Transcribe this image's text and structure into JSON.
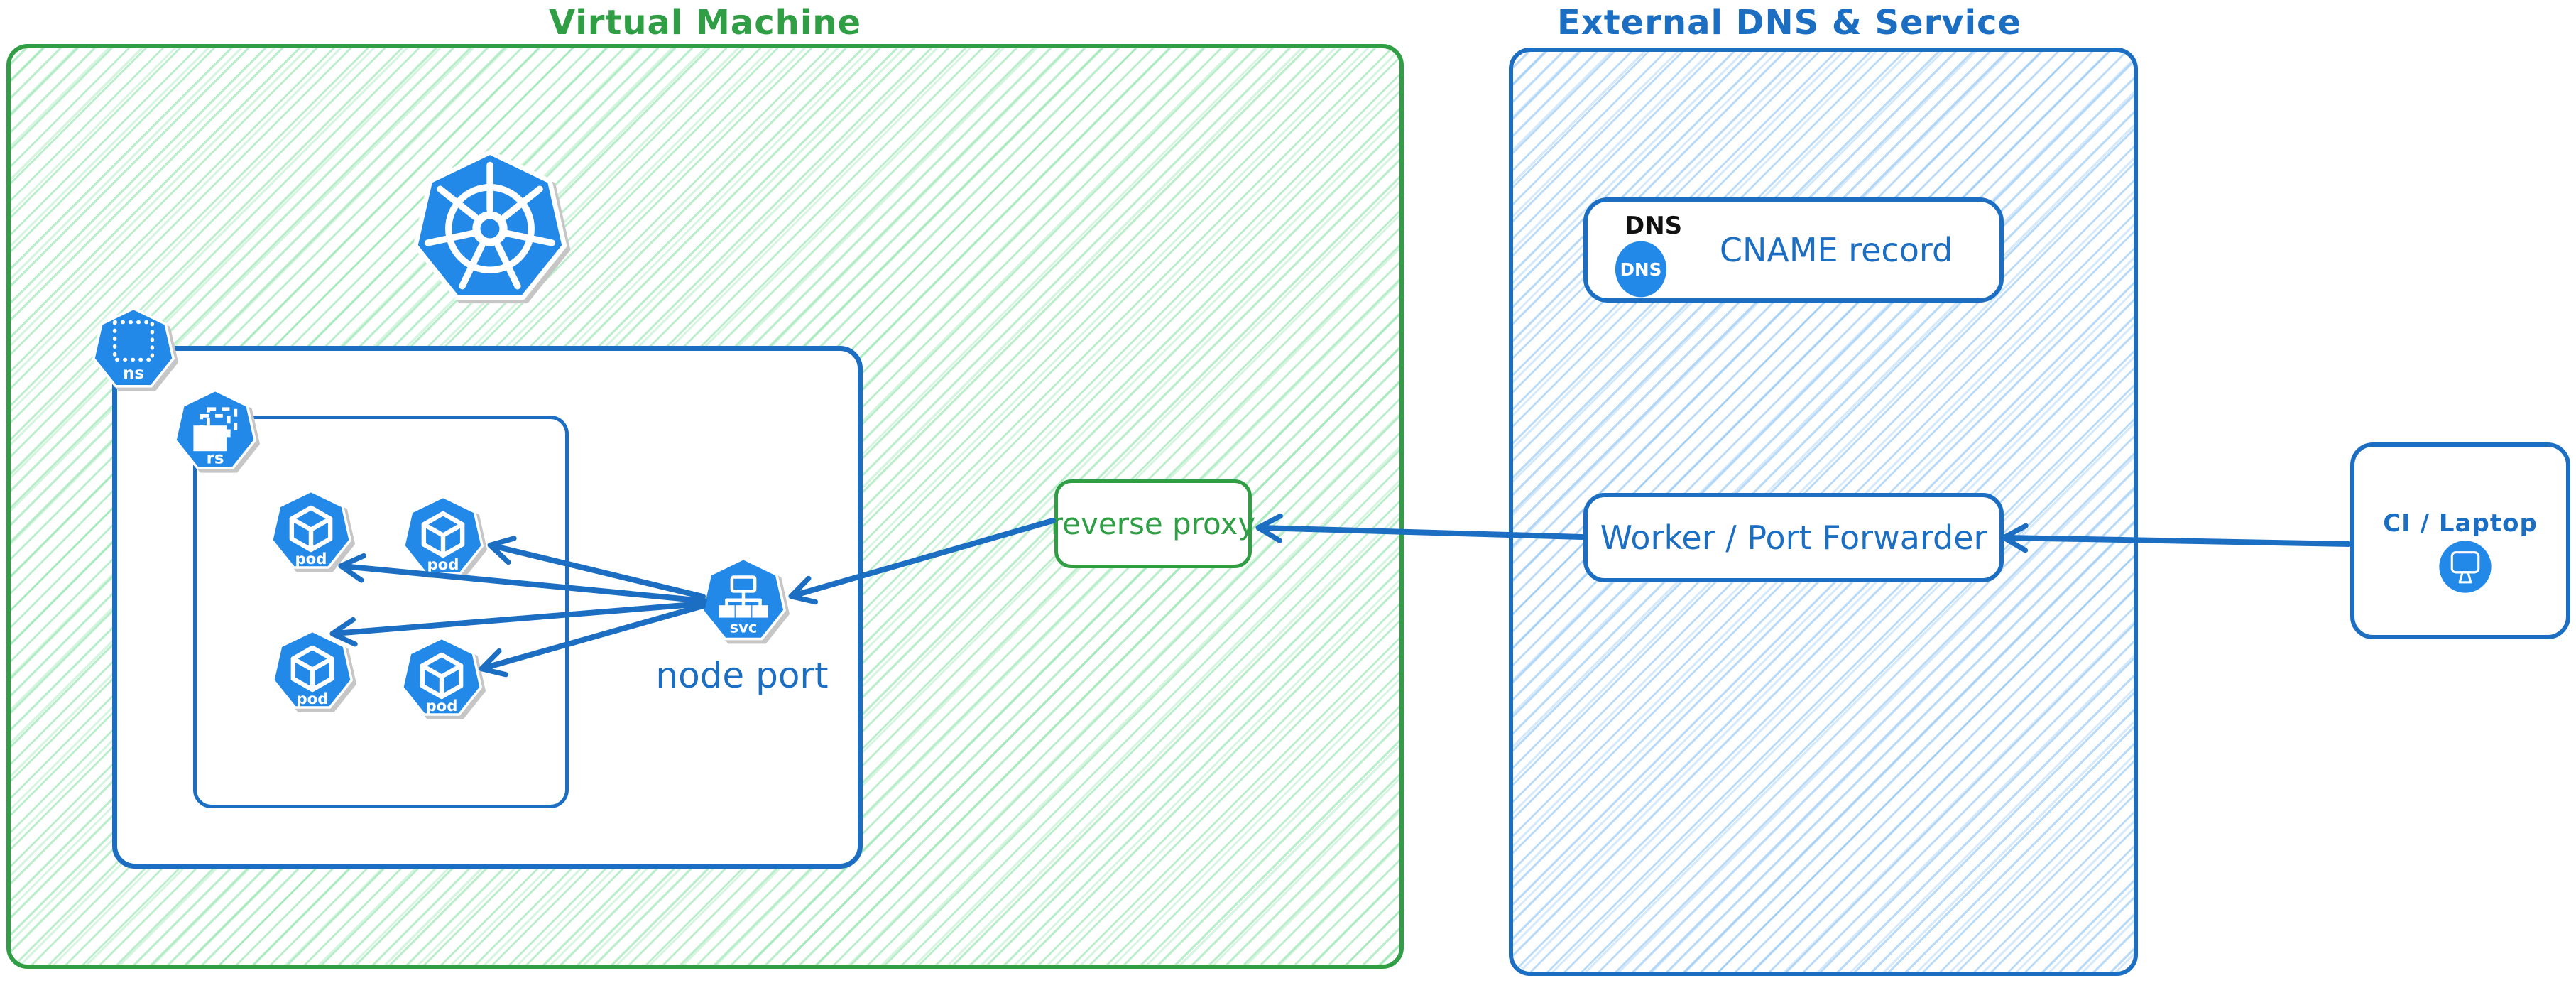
{
  "groups": {
    "virtual_machine": {
      "title": "Virtual Machine"
    },
    "external_dns": {
      "title": "External DNS & Service"
    }
  },
  "nodes": {
    "reverse_proxy": {
      "label": "reverse proxy"
    },
    "cname_record": {
      "tag": "DNS",
      "icon_text": "DNS",
      "label": "CNAME record"
    },
    "worker": {
      "label": "Worker / Port Forwarder"
    },
    "ci_laptop": {
      "label": "CI / Laptop"
    },
    "node_port": {
      "label": "node port"
    }
  },
  "icons": {
    "kubernetes": {
      "name": "kubernetes-logo"
    },
    "namespace": {
      "label": "ns"
    },
    "replicaset": {
      "label": "rs"
    },
    "pod": {
      "label": "pod"
    },
    "service": {
      "label": "svc"
    }
  },
  "arrows": [
    {
      "from": "ci_laptop",
      "to": "worker"
    },
    {
      "from": "worker",
      "to": "reverse_proxy"
    },
    {
      "from": "reverse_proxy",
      "to": "node_port_service"
    },
    {
      "from": "node_port_service",
      "to": "pod_top_left"
    },
    {
      "from": "node_port_service",
      "to": "pod_top_right"
    },
    {
      "from": "node_port_service",
      "to": "pod_bottom_left"
    },
    {
      "from": "node_port_service",
      "to": "pod_bottom_right"
    }
  ],
  "colors": {
    "green": "#2f9e44",
    "green_hatch": "#a6ecbc",
    "blue": "#1b6ec2",
    "blue_hatch": "#a7d7f7",
    "icon_blue": "#2389e8",
    "text_black": "#111111"
  }
}
